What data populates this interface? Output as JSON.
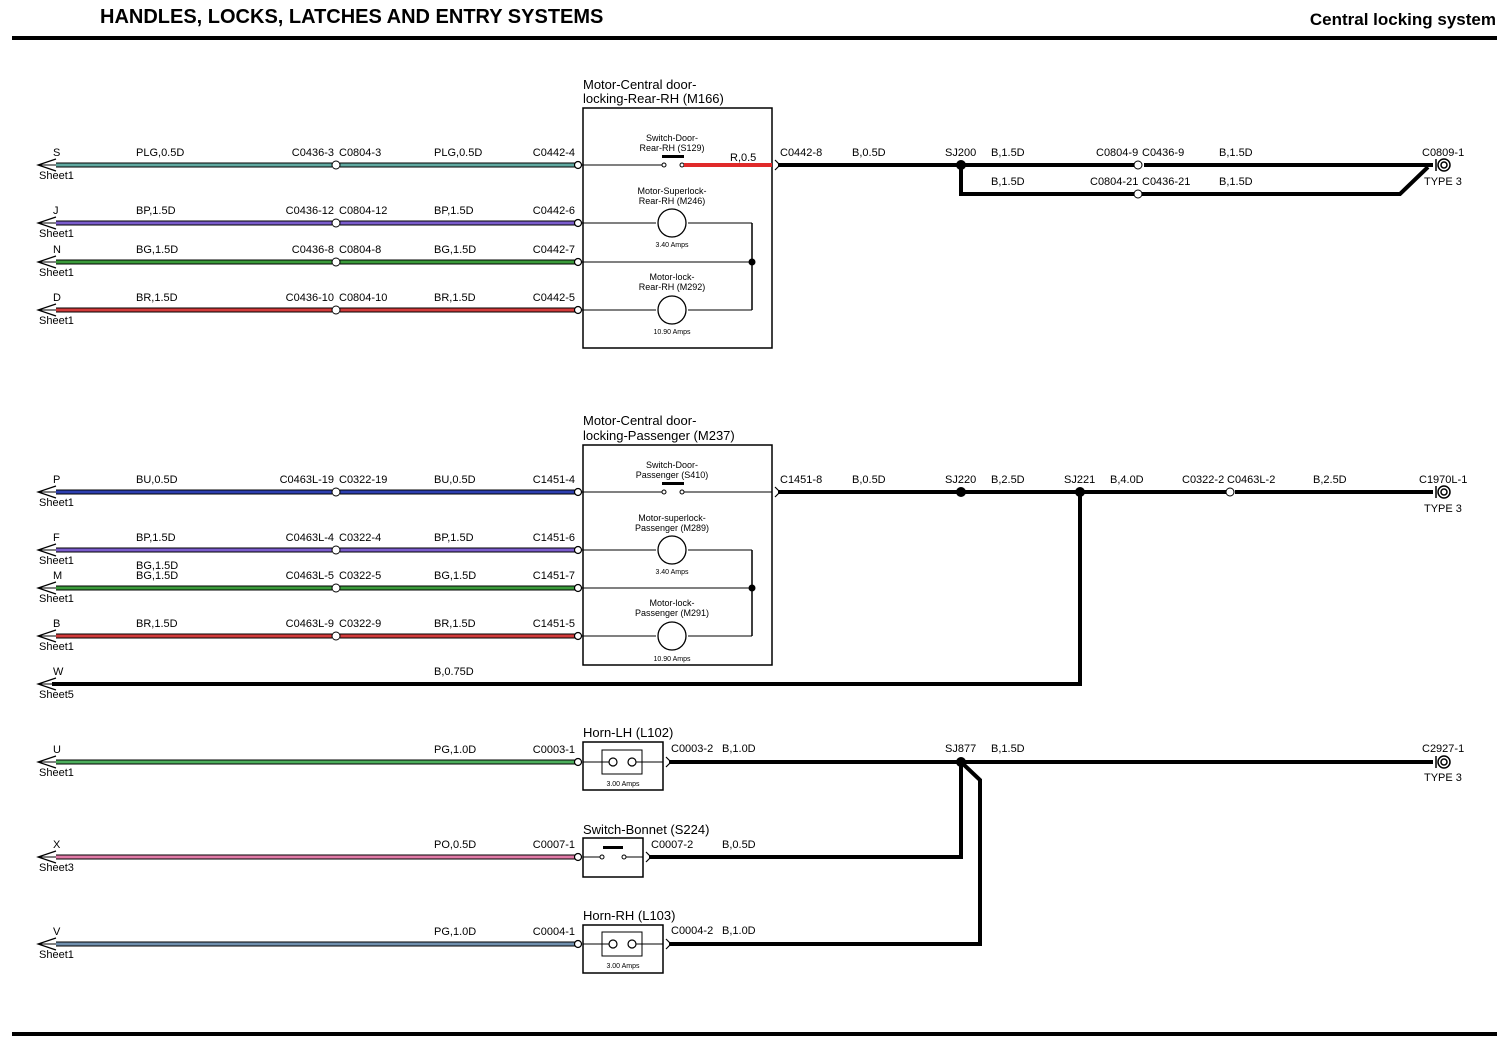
{
  "header": {
    "title": "HANDLES, LOCKS, LATCHES AND ENTRY SYSTEMS",
    "subtitle": "Central locking system"
  },
  "colors": {
    "PLG": "#5fa8a0",
    "BP": "#7a5ccc",
    "BG": "#3a9a3a",
    "BR": "#d23a3a",
    "BU": "#2d3fb0",
    "PG": "#4cae5c",
    "PO": "#e07aa6",
    "PG2": "#6f8fae",
    "R": "#e02a2a",
    "B": "#000000"
  },
  "components": {
    "m166": {
      "title1": "Motor-Central door-",
      "title2": "locking-Rear-RH (M166)",
      "sw1": "Switch-Door-",
      "sw2": "Rear-RH (S129)",
      "mA1": "Motor-Superlock-",
      "mA2": "Rear-RH (M246)",
      "mAamps": "3.40 Amps",
      "mB1": "Motor-lock-",
      "mB2": "Rear-RH (M292)",
      "mBamps": "10.90 Amps"
    },
    "m237": {
      "title1": "Motor-Central door-",
      "title2": "locking-Passenger (M237)",
      "sw1": "Switch-Door-",
      "sw2": "Passenger (S410)",
      "mA1": "Motor-superlock-",
      "mA2": "Passenger (M289)",
      "mAamps": "3.40 Amps",
      "mB1": "Motor-lock-",
      "mB2": "Passenger (M291)",
      "mBamps": "10.90 Amps"
    },
    "hornlh": {
      "title": "Horn-LH (L102)",
      "amps": "3.00 Amps"
    },
    "bonnet": {
      "title": "Switch-Bonnet (S224)"
    },
    "hornrh": {
      "title": "Horn-RH (L103)",
      "amps": "3.00 Amps"
    }
  },
  "wires": [
    {
      "letter": "S",
      "sheet": "Sheet1",
      "spec1": "PLG,0.5D",
      "connA": "C0436-3",
      "connB": "C0804-3",
      "spec2": "PLG,0.5D",
      "term": "C0442-4",
      "color": "PLG"
    },
    {
      "letter": "J",
      "sheet": "Sheet1",
      "spec1": "BP,1.5D",
      "connA": "C0436-12",
      "connB": "C0804-12",
      "spec2": "BP,1.5D",
      "term": "C0442-6",
      "color": "BP"
    },
    {
      "letter": "N",
      "sheet": "Sheet1",
      "spec1": "BG,1.5D",
      "connA": "C0436-8",
      "connB": "C0804-8",
      "spec2": "BG,1.5D",
      "term": "C0442-7",
      "color": "BG"
    },
    {
      "letter": "D",
      "sheet": "Sheet1",
      "spec1": "BR,1.5D",
      "connA": "C0436-10",
      "connB": "C0804-10",
      "spec2": "BR,1.5D",
      "term": "C0442-5",
      "color": "BR"
    },
    {
      "letter": "P",
      "sheet": "Sheet1",
      "spec1": "BU,0.5D",
      "connA": "C0463L-19",
      "connB": "C0322-19",
      "spec2": "BU,0.5D",
      "term": "C1451-4",
      "color": "BU"
    },
    {
      "letter": "F",
      "sheet": "Sheet1",
      "spec1": "BP,1.5D",
      "connA": "C0463L-4",
      "connB": "C0322-4",
      "spec2": "BP,1.5D",
      "term": "C1451-6",
      "color": "BP"
    },
    {
      "letter": "M",
      "sheet": "Sheet1",
      "spec1": "BG,1.5D",
      "connA": "C0463L-5",
      "connB": "C0322-5",
      "spec2": "BG,1.5D",
      "term": "C1451-7",
      "color": "BG"
    },
    {
      "letter": "B",
      "sheet": "Sheet1",
      "spec1": "BR,1.5D",
      "connA": "C0463L-9",
      "connB": "C0322-9",
      "spec2": "BR,1.5D",
      "term": "C1451-5",
      "color": "BR"
    },
    {
      "letter": "W",
      "sheet": "Sheet5",
      "spec1": "",
      "connA": "",
      "connB": "",
      "spec2": "B,0.75D",
      "term": "",
      "color": "B"
    },
    {
      "letter": "U",
      "sheet": "Sheet1",
      "spec1": "",
      "connA": "",
      "connB": "",
      "spec2": "PG,1.0D",
      "term": "C0003-1",
      "color": "PG"
    },
    {
      "letter": "X",
      "sheet": "Sheet3",
      "spec1": "",
      "connA": "",
      "connB": "",
      "spec2": "PO,0.5D",
      "term": "C0007-1",
      "color": "PO"
    },
    {
      "letter": "V",
      "sheet": "Sheet1",
      "spec1": "",
      "connA": "",
      "connB": "",
      "spec2": "PG,1.0D",
      "term": "C0004-1",
      "color": "PG2"
    }
  ],
  "extra_labels": {
    "bg_floating": "BG,1.5D"
  },
  "right_side": {
    "top": {
      "r05": "R,0.5",
      "c0442_8": "C0442-8",
      "b05": "B,0.5D",
      "sj200": "SJ200",
      "b15a": "B,1.5D",
      "c0804_9": "C0804-9",
      "c0436_9": "C0436-9",
      "b15b": "B,1.5D",
      "c0809": "C0809-1",
      "type": "TYPE 3",
      "b15c": "B,1.5D",
      "c0804_21": "C0804-21",
      "c0436_21": "C0436-21",
      "b15d": "B,1.5D"
    },
    "mid": {
      "c1451_8": "C1451-8",
      "b05": "B,0.5D",
      "sj220": "SJ220",
      "b25a": "B,2.5D",
      "sj221": "SJ221",
      "b40": "B,4.0D",
      "c0322_2": "C0322-2",
      "c0463l_2": "C0463L-2",
      "b25b": "B,2.5D",
      "c1970": "C1970L-1",
      "type": "TYPE 3"
    },
    "low": {
      "c0003_2": "C0003-2",
      "b10a": "B,1.0D",
      "sj877": "SJ877",
      "b15": "B,1.5D",
      "c2927": "C2927-1",
      "type": "TYPE 3",
      "c0007_2": "C0007-2",
      "b05": "B,0.5D",
      "c0004_2": "C0004-2",
      "b10b": "B,1.0D"
    }
  }
}
